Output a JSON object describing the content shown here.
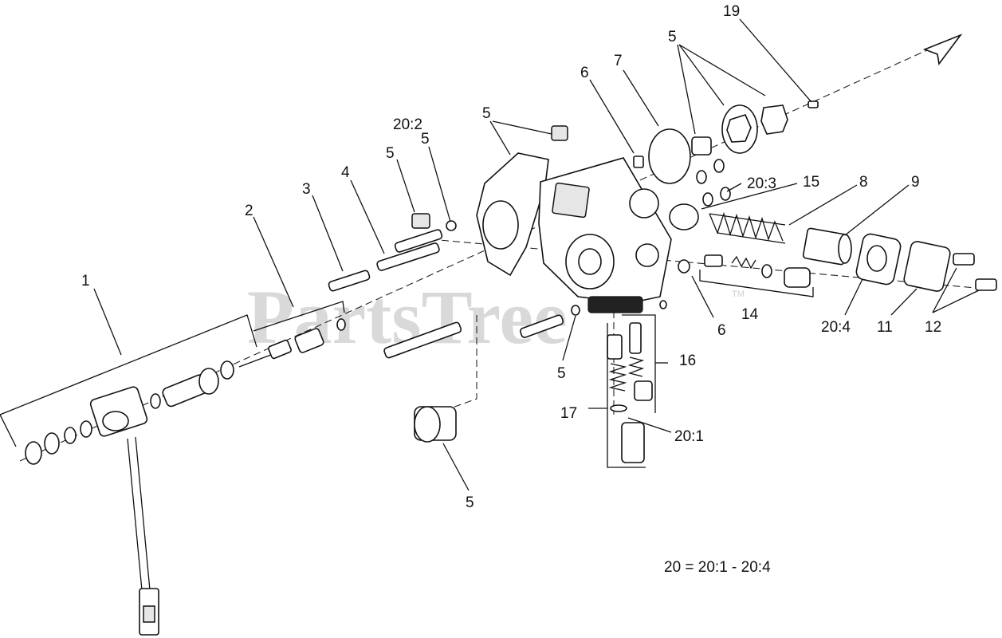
{
  "watermark": {
    "text": "PartsTree",
    "trademark": "TM"
  },
  "labels": {
    "l1": "1",
    "l2": "2",
    "l3": "3",
    "l4": "4",
    "l5a": "5",
    "l5b": "5",
    "l5c": "5",
    "l5d": "5",
    "l5e": "5",
    "l5f": "5",
    "l6a": "6",
    "l6b": "6",
    "l7": "7",
    "l8": "8",
    "l9": "9",
    "l11": "11",
    "l12": "12",
    "l14": "14",
    "l15": "15",
    "l16": "16",
    "l17": "17",
    "l19": "19",
    "l20_1": "20:1",
    "l20_2": "20:2",
    "l20_3": "20:3",
    "l20_4": "20:4"
  },
  "note": "20 = 20:1 - 20:4",
  "colors": {
    "ink": "#111111",
    "watermark": "#d9d9d9",
    "background": "#ffffff"
  }
}
